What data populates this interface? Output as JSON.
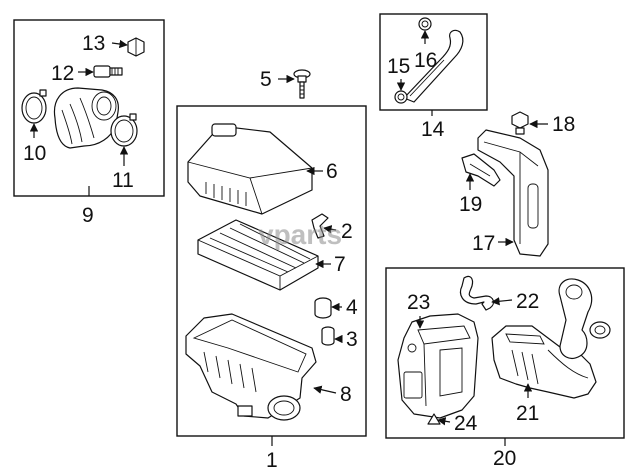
{
  "watermark": "vparts",
  "groups": [
    {
      "id": "9",
      "label": "9"
    },
    {
      "id": "14",
      "label": "14"
    },
    {
      "id": "1",
      "label": "1"
    },
    {
      "id": "20",
      "label": "20"
    }
  ],
  "callouts": {
    "c2": "2",
    "c3": "3",
    "c4": "4",
    "c5": "5",
    "c6": "6",
    "c7": "7",
    "c8": "8",
    "c10": "10",
    "c11": "11",
    "c12": "12",
    "c13": "13",
    "c15": "15",
    "c16": "16",
    "c17": "17",
    "c18": "18",
    "c19": "19",
    "c21": "21",
    "c22": "22",
    "c23": "23",
    "c24": "24"
  }
}
